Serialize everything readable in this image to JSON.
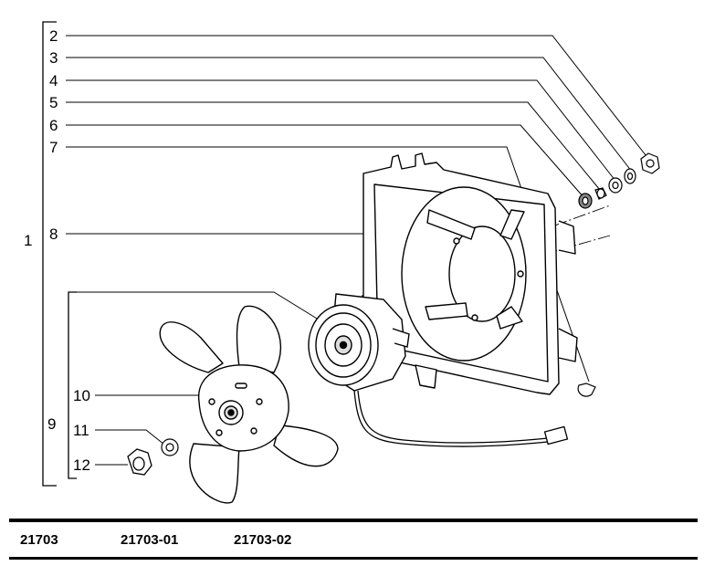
{
  "callouts": {
    "c1": "1",
    "c2": "2",
    "c3": "3",
    "c4": "4",
    "c5": "5",
    "c6": "6",
    "c7": "7",
    "c8": "8",
    "c9": "9",
    "c10": "10",
    "c11": "11",
    "c12": "12"
  },
  "models": [
    "21703",
    "21703-01",
    "21703-02"
  ]
}
